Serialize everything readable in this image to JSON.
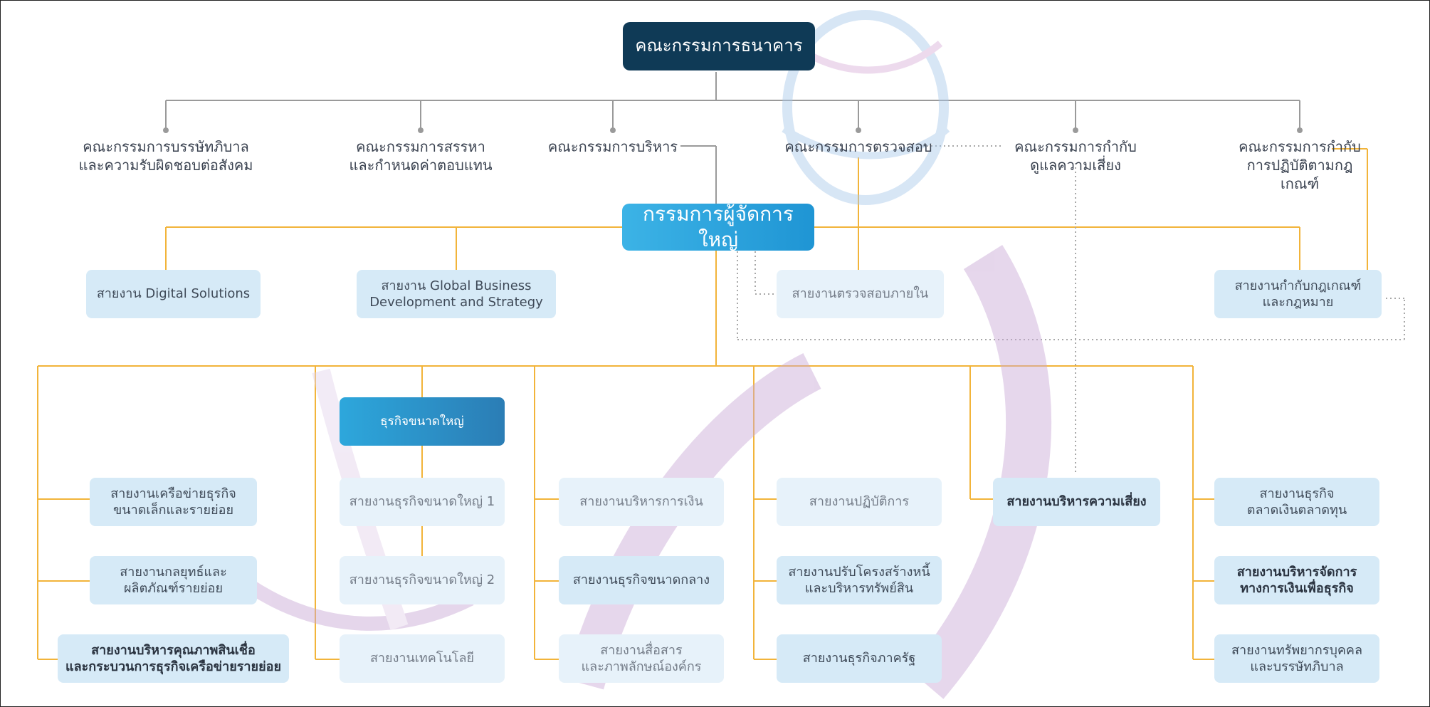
{
  "colors": {
    "board": "#0f3a56",
    "ceo": "#2ea6dd",
    "connector_gold": "#f2b43a",
    "connector_gray": "#9a9a9a",
    "box_fill": "#d6eaf7"
  },
  "top": {
    "board": "คณะกรรมการธนาคาร",
    "ceo": "กรรมการผู้จัดการใหญ่"
  },
  "committees": {
    "governance": "คณะกรรมการบรรษัทภิบาล\nและความรับผิดชอบต่อสังคม",
    "nomination": "คณะกรรมการสรรหา\nและกำหนดค่าตอบแทน",
    "executive": "คณะกรรมการบริหาร",
    "audit": "คณะกรรมการตรวจสอบ",
    "risk": "คณะกรรมการกำกับ\nดูแลความเสี่ยง",
    "compliance": "คณะกรรมการกำกับ\nการปฏิบัติตามกฎเกณฑ์"
  },
  "units_row1": {
    "digital": "สายงาน Digital Solutions",
    "global": "สายงาน Global Business\nDevelopment and Strategy",
    "internal_audit": "สายงานตรวจสอบภายใน",
    "compliance_legal": "สายงานกำกับกฎเกณฑ์\nและกฎหมาย"
  },
  "large_corporate_header": "ธุรกิจขนาดใหญ่",
  "col1": [
    "สายงานเครือข่ายธุรกิจ\nขนาดเล็กและรายย่อย",
    "สายงานกลยุทธ์และ\nผลิตภัณฑ์รายย่อย",
    "สายงานบริหารคุณภาพสินเชื่อ\nและกระบวนการธุรกิจเครือข่ายรายย่อย"
  ],
  "col2": [
    "สายงานธุรกิจขนาดใหญ่ 1",
    "สายงานธุรกิจขนาดใหญ่ 2",
    "สายงานเทคโนโลยี"
  ],
  "col3": [
    "สายงานบริหารการเงิน",
    "สายงานธุรกิจขนาดกลาง",
    "สายงานสื่อสาร\nและภาพลักษณ์องค์กร"
  ],
  "col4": [
    "สายงานปฏิบัติการ",
    "สายงานปรับโครงสร้างหนี้\nและบริหารทรัพย์สิน",
    "สายงานธุรกิจภาครัฐ"
  ],
  "col5": [
    "สายงานบริหารความเสี่ยง"
  ],
  "col6": [
    "สายงานธุรกิจ\nตลาดเงินตลาดทุน",
    "สายงานบริหารจัดการ\nทางการเงินเพื่อธุรกิจ",
    "สายงานทรัพยากรบุคคล\nและบรรษัทภิบาล"
  ]
}
